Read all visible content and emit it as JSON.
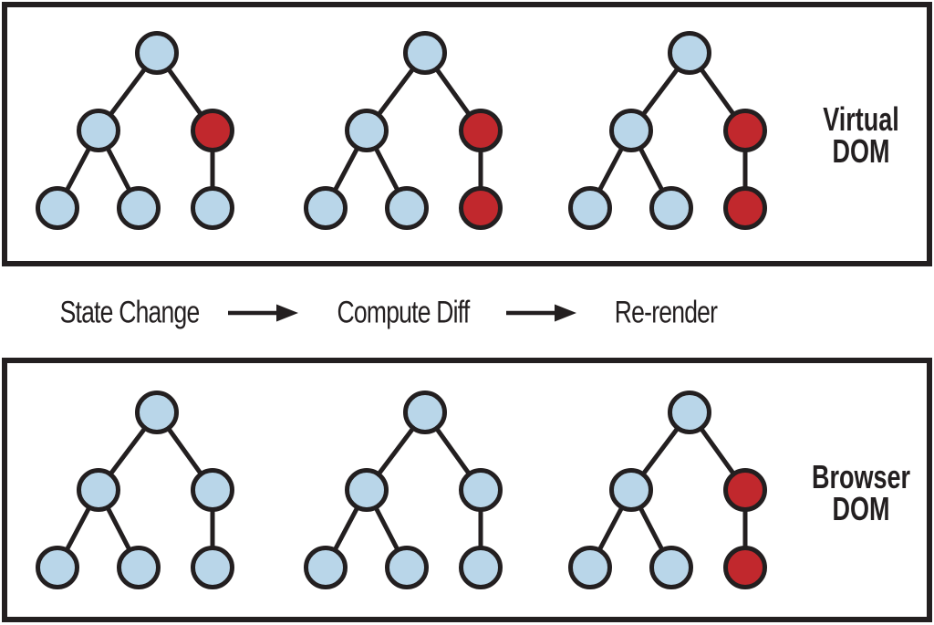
{
  "palette": {
    "node_blue": "#b9d6e9",
    "node_red": "#c1282d",
    "line": "#231f20"
  },
  "virtual_dom": {
    "label_lines": [
      "Virtual",
      "DOM"
    ],
    "trees": [
      [
        "blue",
        "blue",
        "red",
        "blue",
        "blue",
        "blue"
      ],
      [
        "blue",
        "blue",
        "red",
        "blue",
        "blue",
        "red"
      ],
      [
        "blue",
        "blue",
        "red",
        "blue",
        "blue",
        "red"
      ]
    ]
  },
  "browser_dom": {
    "label_lines": [
      "Browser",
      "DOM"
    ],
    "trees": [
      [
        "blue",
        "blue",
        "blue",
        "blue",
        "blue",
        "blue"
      ],
      [
        "blue",
        "blue",
        "blue",
        "blue",
        "blue",
        "blue"
      ],
      [
        "blue",
        "blue",
        "red",
        "blue",
        "blue",
        "red"
      ]
    ]
  },
  "process": {
    "steps": [
      "State Change",
      "Compute Diff",
      "Re-render"
    ]
  }
}
